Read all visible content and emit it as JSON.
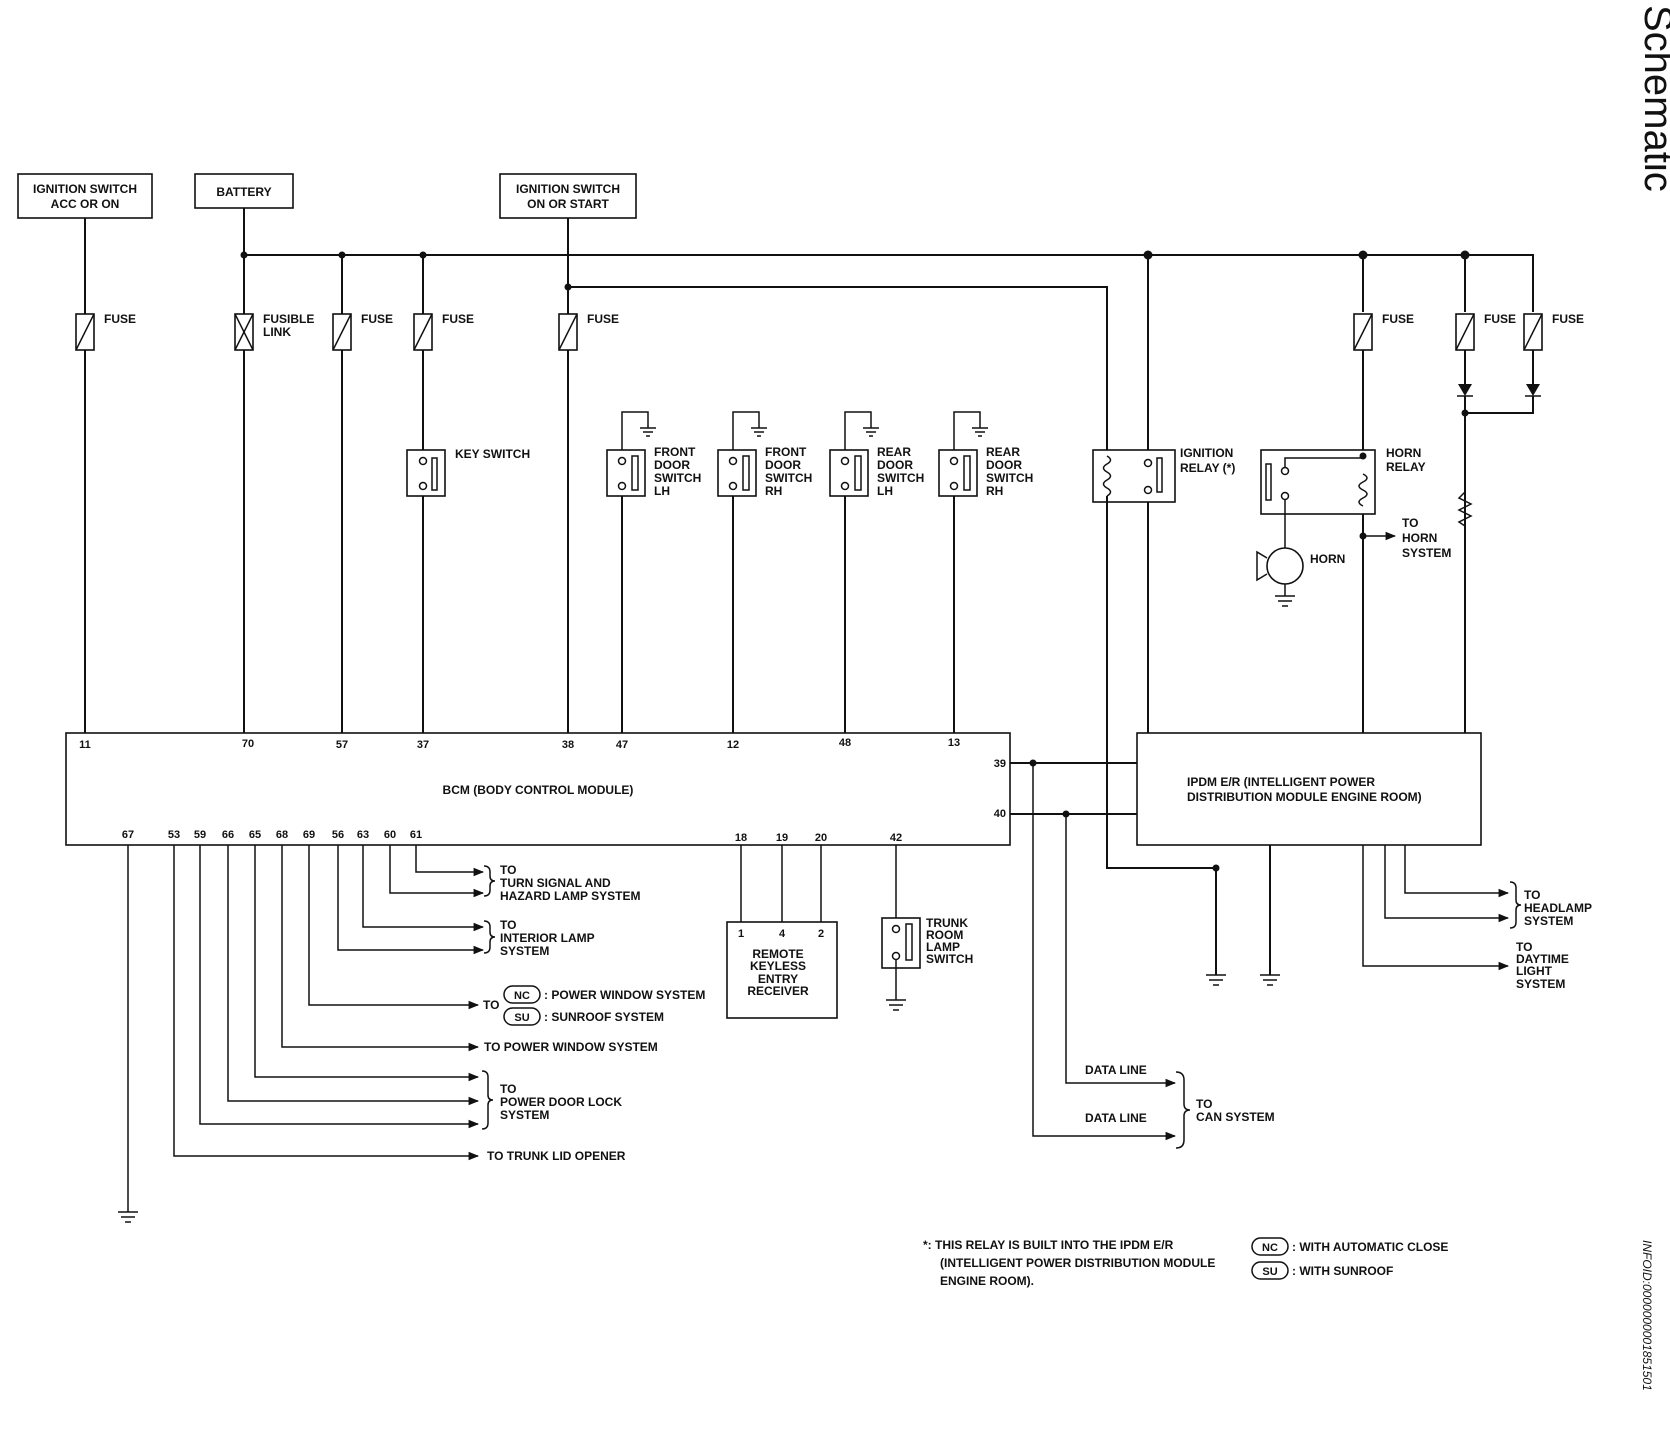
{
  "title": "Schematic",
  "doc_id": "INFOID:0000000001851501",
  "sources": {
    "ign_acc": [
      "IGNITION SWITCH",
      "ACC OR ON"
    ],
    "battery": [
      "BATTERY"
    ],
    "ign_on": [
      "IGNITION SWITCH",
      "ON OR START"
    ]
  },
  "fuse_label": "FUSE",
  "fusible_link": [
    "FUSIBLE",
    "LINK"
  ],
  "switches": {
    "key": [
      "KEY SWITCH"
    ],
    "front_lh": [
      "FRONT",
      "DOOR",
      "SWITCH",
      "LH"
    ],
    "front_rh": [
      "FRONT",
      "DOOR",
      "SWITCH",
      "RH"
    ],
    "rear_lh": [
      "REAR",
      "DOOR",
      "SWITCH",
      "LH"
    ],
    "rear_rh": [
      "REAR",
      "DOOR",
      "SWITCH",
      "RH"
    ],
    "trunk": [
      "TRUNK",
      "ROOM",
      "LAMP",
      "SWITCH"
    ]
  },
  "relays": {
    "ignition": [
      "IGNITION",
      "RELAY (*)"
    ],
    "horn": [
      "HORN",
      "RELAY"
    ]
  },
  "horn_label": "HORN",
  "to_horn": [
    "TO",
    "HORN",
    "SYSTEM"
  ],
  "bcm": {
    "label": "BCM (BODY CONTROL MODULE)",
    "top_pins": [
      "11",
      "70",
      "57",
      "37",
      "38",
      "47",
      "12",
      "48",
      "13"
    ],
    "right_pins": [
      "39",
      "40"
    ],
    "bottom_pins": [
      "67",
      "53",
      "59",
      "66",
      "65",
      "68",
      "69",
      "56",
      "63",
      "60",
      "61",
      "18",
      "19",
      "20",
      "42"
    ]
  },
  "ipdm": [
    "IPDM E/R (INTELLIGENT POWER",
    "DISTRIBUTION MODULE ENGINE ROOM)"
  ],
  "rke": {
    "pins": [
      "1",
      "4",
      "2"
    ],
    "label": [
      "REMOTE",
      "KEYLESS",
      "ENTRY",
      "RECEIVER"
    ]
  },
  "outputs": {
    "turn": [
      "TO",
      "TURN SIGNAL AND",
      "HAZARD LAMP SYSTEM"
    ],
    "interior": [
      "TO",
      "INTERIOR LAMP",
      "SYSTEM"
    ],
    "to_word": "TO",
    "nc_badge": "NC",
    "nc_text": ": POWER WINDOW SYSTEM",
    "su_badge": "SU",
    "su_text": ": SUNROOF SYSTEM",
    "power_window": "TO POWER WINDOW SYSTEM",
    "door_lock": [
      "TO",
      "POWER DOOR LOCK",
      "SYSTEM"
    ],
    "trunk_lid": "TO TRUNK LID OPENER",
    "headlamp": [
      "TO",
      "HEADLAMP",
      "SYSTEM"
    ],
    "daytime": [
      "TO",
      "DAYTIME",
      "LIGHT",
      "SYSTEM"
    ],
    "data_line": "DATA LINE",
    "can": [
      "TO",
      "CAN SYSTEM"
    ]
  },
  "notes": {
    "star": [
      "*: THIS RELAY IS BUILT INTO THE IPDM E/R",
      "(INTELLIGENT POWER DISTRIBUTION MODULE",
      "ENGINE ROOM)."
    ],
    "nc_badge": "NC",
    "nc_text": ": WITH AUTOMATIC CLOSE",
    "su_badge": "SU",
    "su_text": ": WITH SUNROOF"
  }
}
